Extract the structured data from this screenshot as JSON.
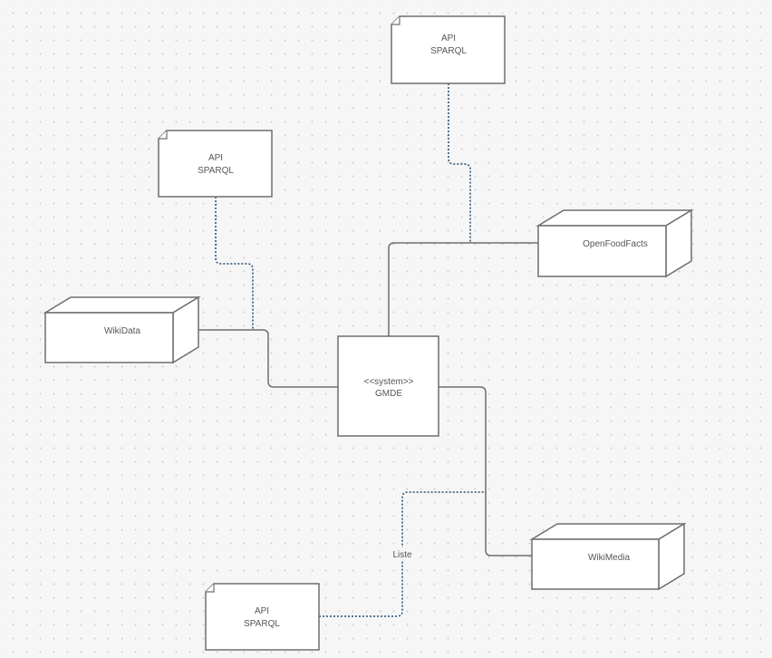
{
  "diagram": {
    "system": {
      "stereotype": "<<system>>",
      "name": "GMDE"
    },
    "nodes": {
      "wikidata": "WikiData",
      "openfoodfacts": "OpenFoodFacts",
      "wikimedia": "WikiMedia"
    },
    "artifacts": {
      "api_top": {
        "line1": "API",
        "line2": "SPARQL"
      },
      "api_left": {
        "line1": "API",
        "line2": "SPARQL"
      },
      "api_bottom": {
        "line1": "API",
        "line2": "SPARQL"
      }
    },
    "edge_labels": {
      "liste": "Liste"
    }
  }
}
